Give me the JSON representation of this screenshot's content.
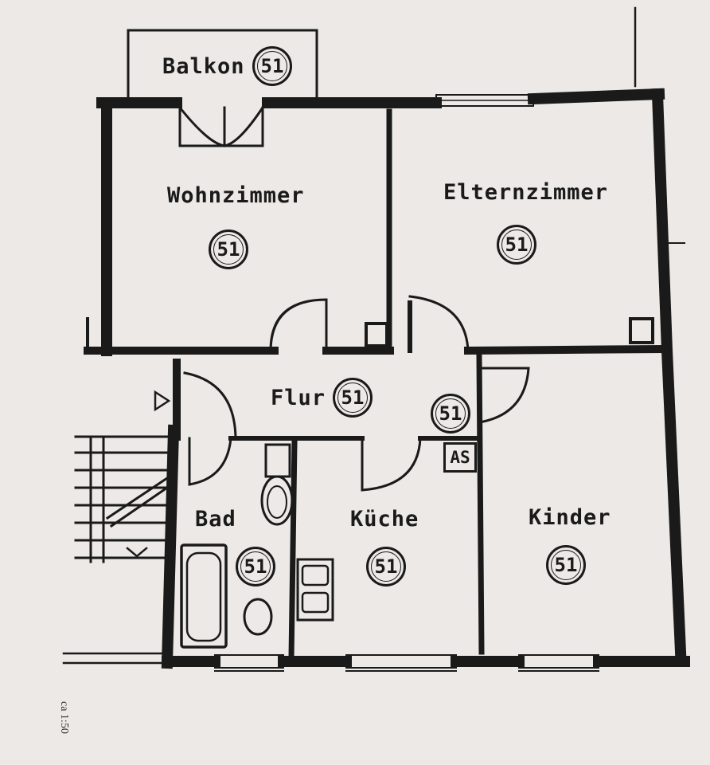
{
  "rooms": {
    "balkon": {
      "name": "Balkon",
      "number": "51"
    },
    "wohnzimmer": {
      "name": "Wohnzimmer",
      "number": "51"
    },
    "elternzimmer": {
      "name": "Elternzimmer",
      "number": "51"
    },
    "flur": {
      "name": "Flur",
      "number": "51"
    },
    "flur_secondary_number": "51",
    "bad": {
      "name": "Bad",
      "number": "51"
    },
    "kueche": {
      "name": "Küche",
      "number": "51"
    },
    "kinder": {
      "name": "Kinder",
      "number": "51"
    }
  },
  "shaft_label": "AS",
  "scale_note": "ca 1:50",
  "colors": {
    "wall": "#1a1a1a",
    "paper": "#ece9e6"
  }
}
